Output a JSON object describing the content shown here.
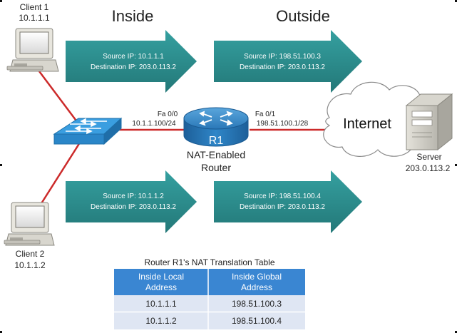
{
  "headings": {
    "inside": "Inside",
    "outside": "Outside"
  },
  "clients": [
    {
      "name": "Client 1",
      "ip": "10.1.1.1"
    },
    {
      "name": "Client 2",
      "ip": "10.1.1.2"
    }
  ],
  "flows": [
    {
      "src_label": "Source IP:  10.1.1.1",
      "dst_label": "Destination IP: 203.0.113.2"
    },
    {
      "src_label": "Source IP:  198.51.100.3",
      "dst_label": "Destination IP: 203.0.113.2"
    },
    {
      "src_label": "Source IP:  10.1.1.2",
      "dst_label": "Destination IP: 203.0.113.2"
    },
    {
      "src_label": "Source IP:  198.51.100.4",
      "dst_label": "Destination IP: 203.0.113.2"
    }
  ],
  "router": {
    "name": "R1",
    "caption_line1": "NAT-Enabled",
    "caption_line2": "Router",
    "inside_if_name": "Fa 0/0",
    "inside_if_ip": "10.1.1.100/24",
    "outside_if_name": "Fa 0/1",
    "outside_if_ip": "198.51.100.1/28"
  },
  "cloud": {
    "label": "Internet"
  },
  "server": {
    "name": "Server",
    "ip": "203.0.113.2"
  },
  "nat_table": {
    "title": "Router R1's NAT Translation Table",
    "col1_line1": "Inside Local",
    "col1_line2": "Address",
    "col2_line1": "Inside Global",
    "col2_line2": "Address",
    "rows": [
      {
        "local": "10.1.1.1",
        "global": "198.51.100.3"
      },
      {
        "local": "10.1.1.2",
        "global": "198.51.100.4"
      }
    ]
  },
  "colors": {
    "arrow": "#2a8c8c",
    "link": "#cc2a2a",
    "switch": "#2a8fd0",
    "router": "#2a7fc0",
    "table_header": "#3a86d2",
    "table_row": "#dfe6f3"
  }
}
